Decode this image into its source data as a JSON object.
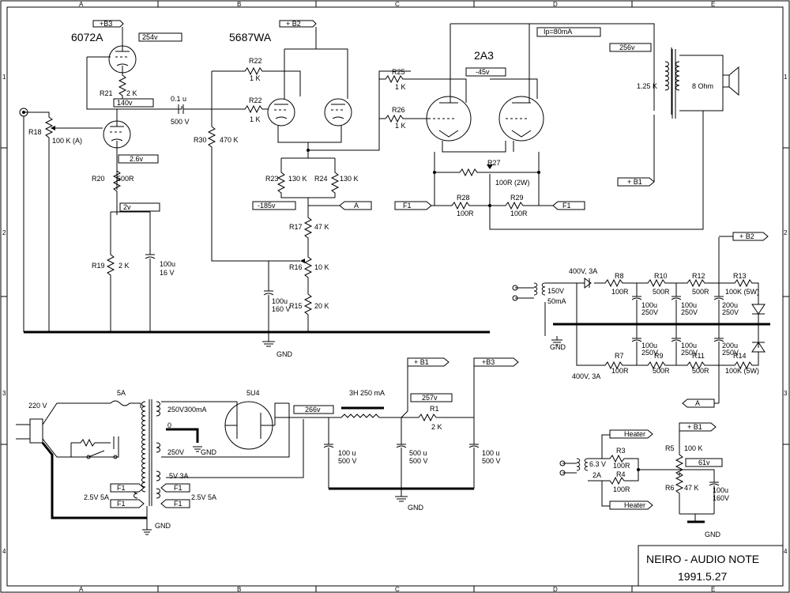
{
  "title_block": {
    "line1": "NEIRO - AUDIO NOTE",
    "line2": "1991.5.27"
  },
  "border": {
    "columns": [
      "A",
      "B",
      "C",
      "D",
      "E"
    ],
    "rows": [
      "1",
      "2",
      "3",
      "4"
    ]
  },
  "tubes": {
    "v1": "6072A",
    "v2": "5687WA",
    "v3": "2A3",
    "rect": "5U4"
  },
  "voltage_tags": {
    "b3_top": "254v",
    "v1_plate": "140v",
    "v1_cath": "2.6v",
    "v1_grid": "2v",
    "b2_node": "-185v",
    "out_bias": "-45v",
    "ip": "Ip=80mA",
    "b1_top": "256v",
    "rect_out": "266v",
    "filter": "257v",
    "heat_b": "61v"
  },
  "components": {
    "r18": "R18",
    "r18v": "100 K (A)",
    "r21": "R21",
    "r21v": "2 K",
    "r20": "R20",
    "r20v": "500R",
    "r19": "R19",
    "r19v": "2 K",
    "c_in": "100u",
    "c_inv": "16 V",
    "c01": "0.1 u",
    "c01v": "500 V",
    "r30": "R30",
    "r30v": "470 K",
    "r22a": "R22",
    "r22av": "1 K",
    "r22b": "R22",
    "r22bv": "1 K",
    "r23": "R23",
    "r23v": "130 K",
    "r24": "R24",
    "r24v": "130 K",
    "r17": "R17",
    "r17v": "47 K",
    "r16": "R16",
    "r16v": "10 K",
    "r15": "R15",
    "r15v": "20 K",
    "c160": "100u",
    "c160v": "160 V",
    "r25": "R25",
    "r25v": "1 K",
    "r26": "R26",
    "r26v": "1 K",
    "r27": "R27",
    "r27v": "100R (2W)",
    "r28": "R28",
    "r28v": "100R",
    "r29": "R29",
    "r29v": "100R",
    "ot_p": "1.25 K",
    "ot_s": "8 Ohm",
    "psu1": "400V, 3A",
    "psu2": "400V, 3A",
    "t150": "150V",
    "t50": "50mA",
    "r8": "R8",
    "r8v": "100R",
    "r10": "R10",
    "r10v": "500R",
    "r12": "R12",
    "r12v": "500R",
    "r13": "R13",
    "r13v": "100K (5W)",
    "r7": "R7",
    "r7v": "100R",
    "r9": "R9",
    "r9v": "500R",
    "r11": "R11",
    "r11v": "500R",
    "r14": "R14",
    "r14v": "100K (5W)",
    "c1a": "100u",
    "c1b": "250V",
    "c2a": "100u",
    "c2b": "250V",
    "c3a": "200u",
    "c3b": "250V",
    "c4a": "100u",
    "c4b": "250V",
    "c5a": "100u",
    "c5b": "250V",
    "c6a": "200u",
    "c6b": "250V",
    "mains": "220 V",
    "fuse": "5A",
    "sec1": "250V300mA",
    "sec0": "0",
    "sec2": "250V",
    "sec5": "5V 3A",
    "f1a": "2.5V 5A",
    "f1b": "2.5V 5A",
    "choke": "3H 250 mA",
    "r1": "R1",
    "r1v": "2 K",
    "ca": "100 u",
    "cav": "500 V",
    "cb": "500 u",
    "cbv": "500 V",
    "cc": "100 u",
    "ccv": "500 V",
    "h63": "6.3 V",
    "h2a": "2A",
    "r3": "R3",
    "r3v": "100R",
    "r4": "R4",
    "r4v": "100R",
    "r5": "R5",
    "r5v": "100 K",
    "r6": "R6",
    "r6v": "47 K",
    "c6h": "100u",
    "c6hv": "160V"
  },
  "net_labels": {
    "b3": "+B3",
    "b2": "+ B2",
    "b1": "+ B1",
    "a": "A",
    "f1": "F1",
    "heater": "Heater",
    "gnd": "GND"
  }
}
